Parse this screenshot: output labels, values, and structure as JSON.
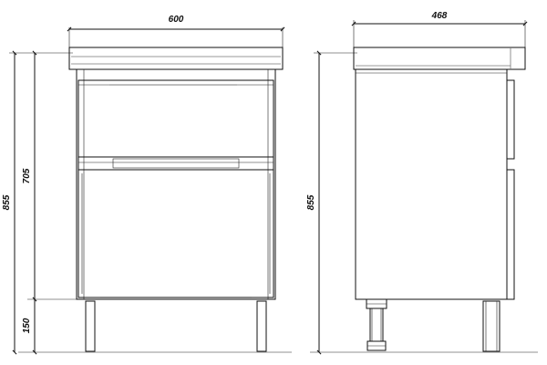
{
  "front_view": {
    "width_label": "600",
    "total_height_label": "855",
    "body_height_label": "705",
    "leg_height_label": "150"
  },
  "side_view": {
    "depth_label": "468",
    "total_height_label": "855"
  }
}
